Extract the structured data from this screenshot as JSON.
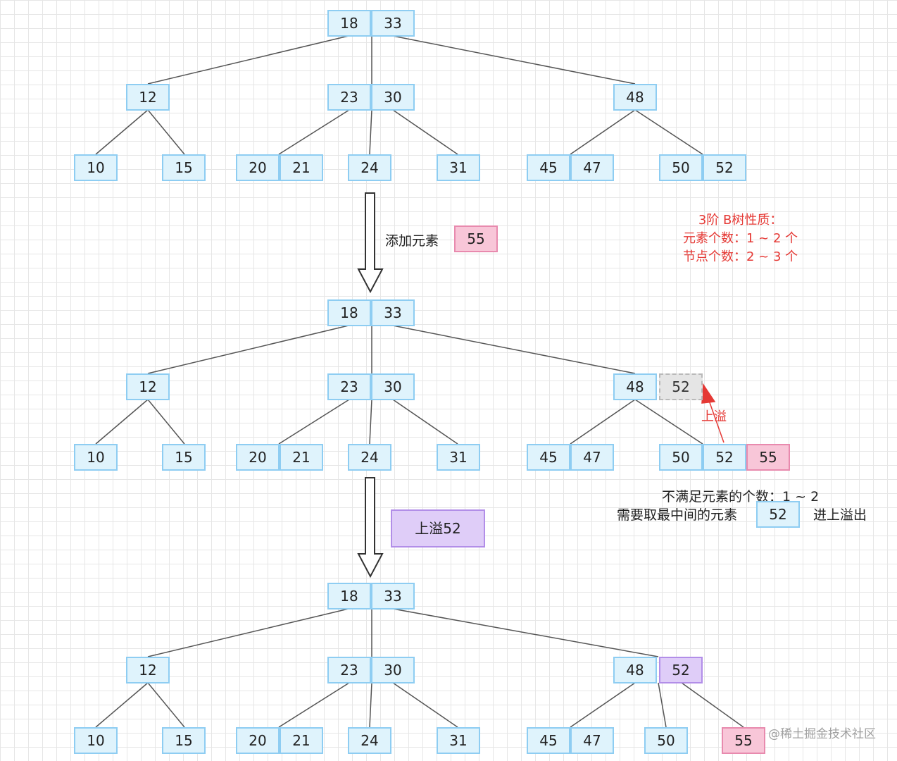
{
  "tree1": {
    "root": [
      "18",
      "33"
    ],
    "level1": {
      "left": [
        "12"
      ],
      "middle": [
        "23",
        "30"
      ],
      "right": [
        "48"
      ]
    },
    "level2": {
      "a": [
        "10"
      ],
      "b": [
        "15"
      ],
      "c": [
        "20",
        "21"
      ],
      "d": [
        "24"
      ],
      "e": [
        "31"
      ],
      "f": [
        "45",
        "47"
      ],
      "g": [
        "50",
        "52"
      ]
    }
  },
  "step1": {
    "label": "添加元素",
    "value": "55"
  },
  "rule_note": {
    "line1": "3阶 B树性质：",
    "line2": "元素个数：1 ~ 2 个",
    "line3": "节点个数：2 ~ 3 个"
  },
  "tree2": {
    "root": [
      "18",
      "33"
    ],
    "level1": {
      "left": [
        "12"
      ],
      "middle": [
        "23",
        "30"
      ],
      "right": [
        "48"
      ],
      "ghost": "52"
    },
    "level2": {
      "a": [
        "10"
      ],
      "b": [
        "15"
      ],
      "c": [
        "20",
        "21"
      ],
      "d": [
        "24"
      ],
      "e": [
        "31"
      ],
      "f": [
        "45",
        "47"
      ],
      "g": [
        "50",
        "52"
      ],
      "g_new": "55"
    },
    "overflow_label": "上溢"
  },
  "overflow_note": {
    "line1": "不满足元素的个数：1 ~ 2",
    "line2": "需要取最中间的元素",
    "value": "52",
    "line2_end": "进上溢出"
  },
  "step2": {
    "label": "上溢52"
  },
  "tree3": {
    "root": [
      "18",
      "33"
    ],
    "level1": {
      "left": [
        "12"
      ],
      "middle": [
        "23",
        "30"
      ],
      "right": [
        "48"
      ],
      "promoted": "52"
    },
    "level2": {
      "a": [
        "10"
      ],
      "b": [
        "15"
      ],
      "c": [
        "20",
        "21"
      ],
      "d": [
        "24"
      ],
      "e": [
        "31"
      ],
      "f": [
        "45",
        "47"
      ],
      "g": [
        "50"
      ],
      "h": [
        "55"
      ]
    }
  },
  "watermark": "@稀土掘金技术社区",
  "colors": {
    "node_fill": "#dff3fc",
    "node_border": "#8ecdf2",
    "new_fill": "#f8c6d8",
    "promoted_fill": "#dfcdf8",
    "note_red": "#e53935"
  }
}
